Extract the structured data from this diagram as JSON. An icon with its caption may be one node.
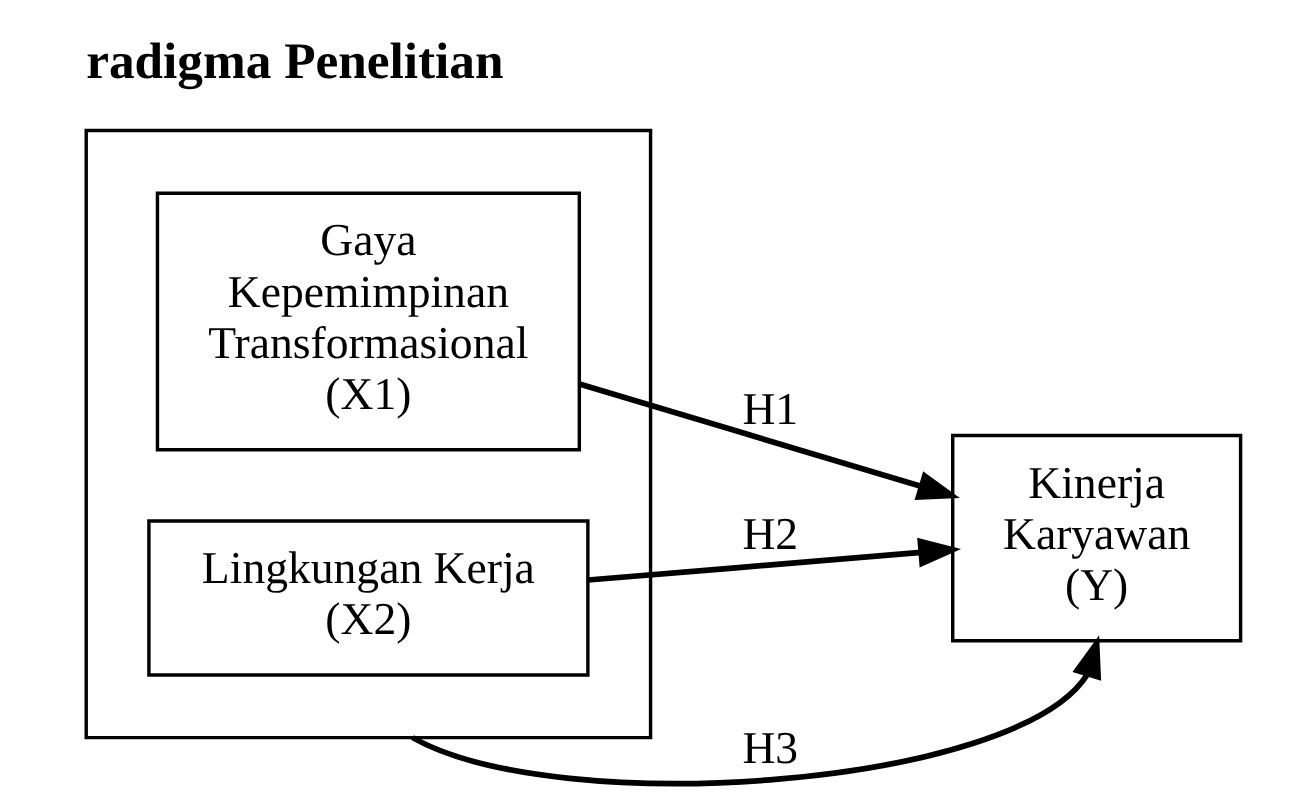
{
  "diagram": {
    "title": "radigma Penelitian",
    "nodes": [
      {
        "text": [],
        "shape": "box"
      },
      {
        "text": [
          "Gaya Kepemimpinan Transformasional (X1)"
        ],
        "in": 0
      },
      {
        "text": [
          "Lingkungan Kerja (X2)"
        ],
        "in": 0
      },
      {
        "text": [
          "Kinerja Karyawan (Y)"
        ]
      }
    ],
    "edges": [
      {
        "from": 1,
        "to": 3,
        "arrow": "to",
        "label": "H1"
      },
      {
        "from": 2,
        "to": 3,
        "arrow": "to",
        "label": "H2"
      },
      {
        "from": 0,
        "to": 3,
        "arrow": "to",
        "label": "H3"
      }
    ]
  }
}
